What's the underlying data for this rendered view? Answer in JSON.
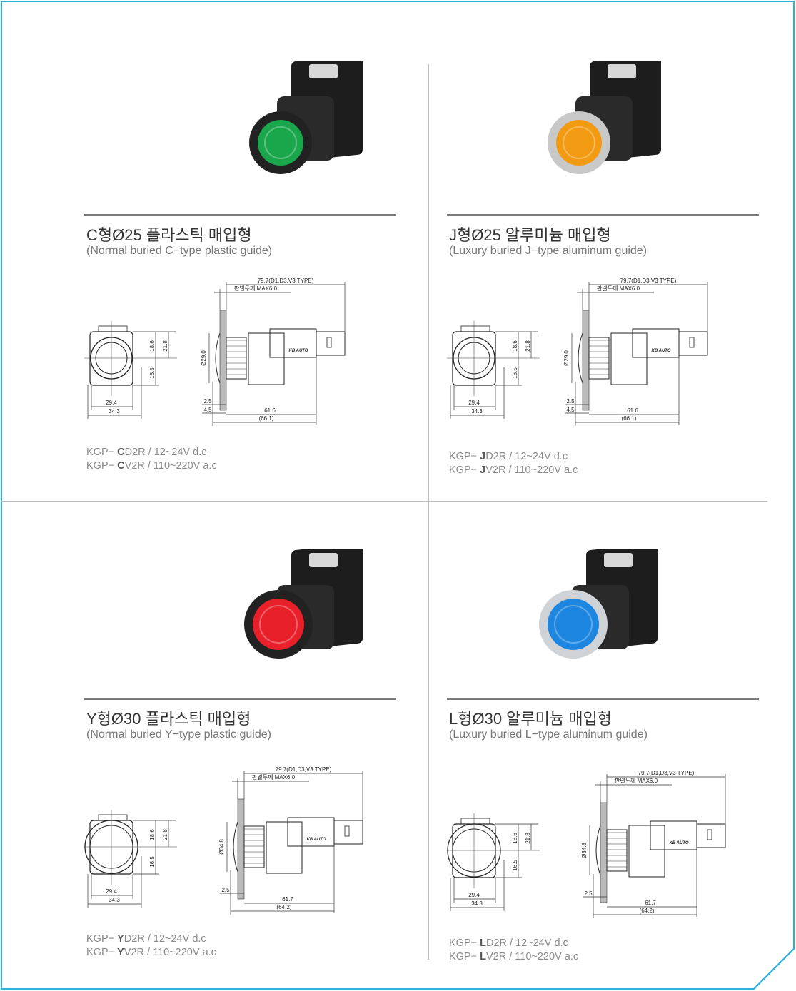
{
  "colors": {
    "frame": "#2bb3e0",
    "rule": "#7a7a7a"
  },
  "cards": [
    {
      "id": "c",
      "title": "C형Ø25 플라스틱 매입형",
      "subtitle": "(Normal buried C−type plastic guide)",
      "lens": "#1aa64a",
      "bezel": "#222",
      "models": [
        {
          "prefix": "KGP− ",
          "code": "C",
          "rest": "D2R / 12~24V d.c"
        },
        {
          "prefix": "KGP− ",
          "code": "C",
          "rest": "V2R / 110~220V a.c"
        }
      ],
      "dims": {
        "total": "79.7(D1,D3,V3 TYPE)",
        "panel": "판넬두께 MAX6.0",
        "h1": "18.6",
        "h2": "21.8",
        "h3": "16.5",
        "w1": "29.4",
        "w2": "34.3",
        "dia": "Ø29.0",
        "a": "2.5",
        "b": "4.5",
        "len": "61.6",
        "len2": "(66.1)",
        "brand": "KB AUTO"
      }
    },
    {
      "id": "j",
      "title": "J형Ø25 알루미늄 매입형",
      "subtitle": "(Luxury buried J−type aluminum guide)",
      "lens": "#f29a12",
      "bezel": "#c8c8c8",
      "models": [
        {
          "prefix": "KGP− ",
          "code": "J",
          "rest": "D2R / 12~24V d.c"
        },
        {
          "prefix": "KGP− ",
          "code": "J",
          "rest": "V2R / 110~220V a.c"
        }
      ],
      "dims": {
        "total": "79.7(D1,D3,V3 TYPE)",
        "panel": "판넬두께 MAX6.0",
        "h1": "18.6",
        "h2": "21.8",
        "h3": "16.5",
        "w1": "29.4",
        "w2": "34.3",
        "dia": "Ø29.0",
        "a": "2.5",
        "b": "4.5",
        "len": "61.6",
        "len2": "(66.1)",
        "brand": "KB AUTO"
      }
    },
    {
      "id": "y",
      "title": "Y형Ø30 플라스틱 매입형",
      "subtitle": "(Normal buried Y−type plastic guide)",
      "lens": "#e8202a",
      "bezel": "#222",
      "models": [
        {
          "prefix": "KGP− ",
          "code": "Y",
          "rest": "D2R / 12~24V d.c"
        },
        {
          "prefix": "KGP− ",
          "code": "Y",
          "rest": "V2R / 110~220V a.c"
        }
      ],
      "dims": {
        "total": "79.7(D1,D3,V3 TYPE)",
        "panel": "판넬두께 MAX6.0",
        "h1": "18.6",
        "h2": "21.8",
        "h3": "16.5",
        "w1": "29.4",
        "w2": "34.3",
        "dia": "Ø34.8",
        "a": "2.5",
        "b": "",
        "len": "61.7",
        "len2": "(64.2)",
        "brand": "KB AUTO"
      }
    },
    {
      "id": "l",
      "title": "L형Ø30 알루미늄 매입형",
      "subtitle": "(Luxury buried L−type aluminum guide)",
      "lens": "#1c86e0",
      "bezel": "#cfd3d8",
      "models": [
        {
          "prefix": "KGP− ",
          "code": "L",
          "rest": "D2R / 12~24V d.c"
        },
        {
          "prefix": "KGP− ",
          "code": "L",
          "rest": "V2R / 110~220V a.c"
        }
      ],
      "dims": {
        "total": "79.7(D1,D3,V3 TYPE)",
        "panel": "판넬두께 MAX6.0",
        "h1": "18.6",
        "h2": "21.8",
        "h3": "16.5",
        "w1": "29.4",
        "w2": "34.3",
        "dia": "Ø34.8",
        "a": "2.5",
        "b": "",
        "len": "61.7",
        "len2": "(64.2)",
        "brand": "KB AUTO"
      }
    }
  ]
}
